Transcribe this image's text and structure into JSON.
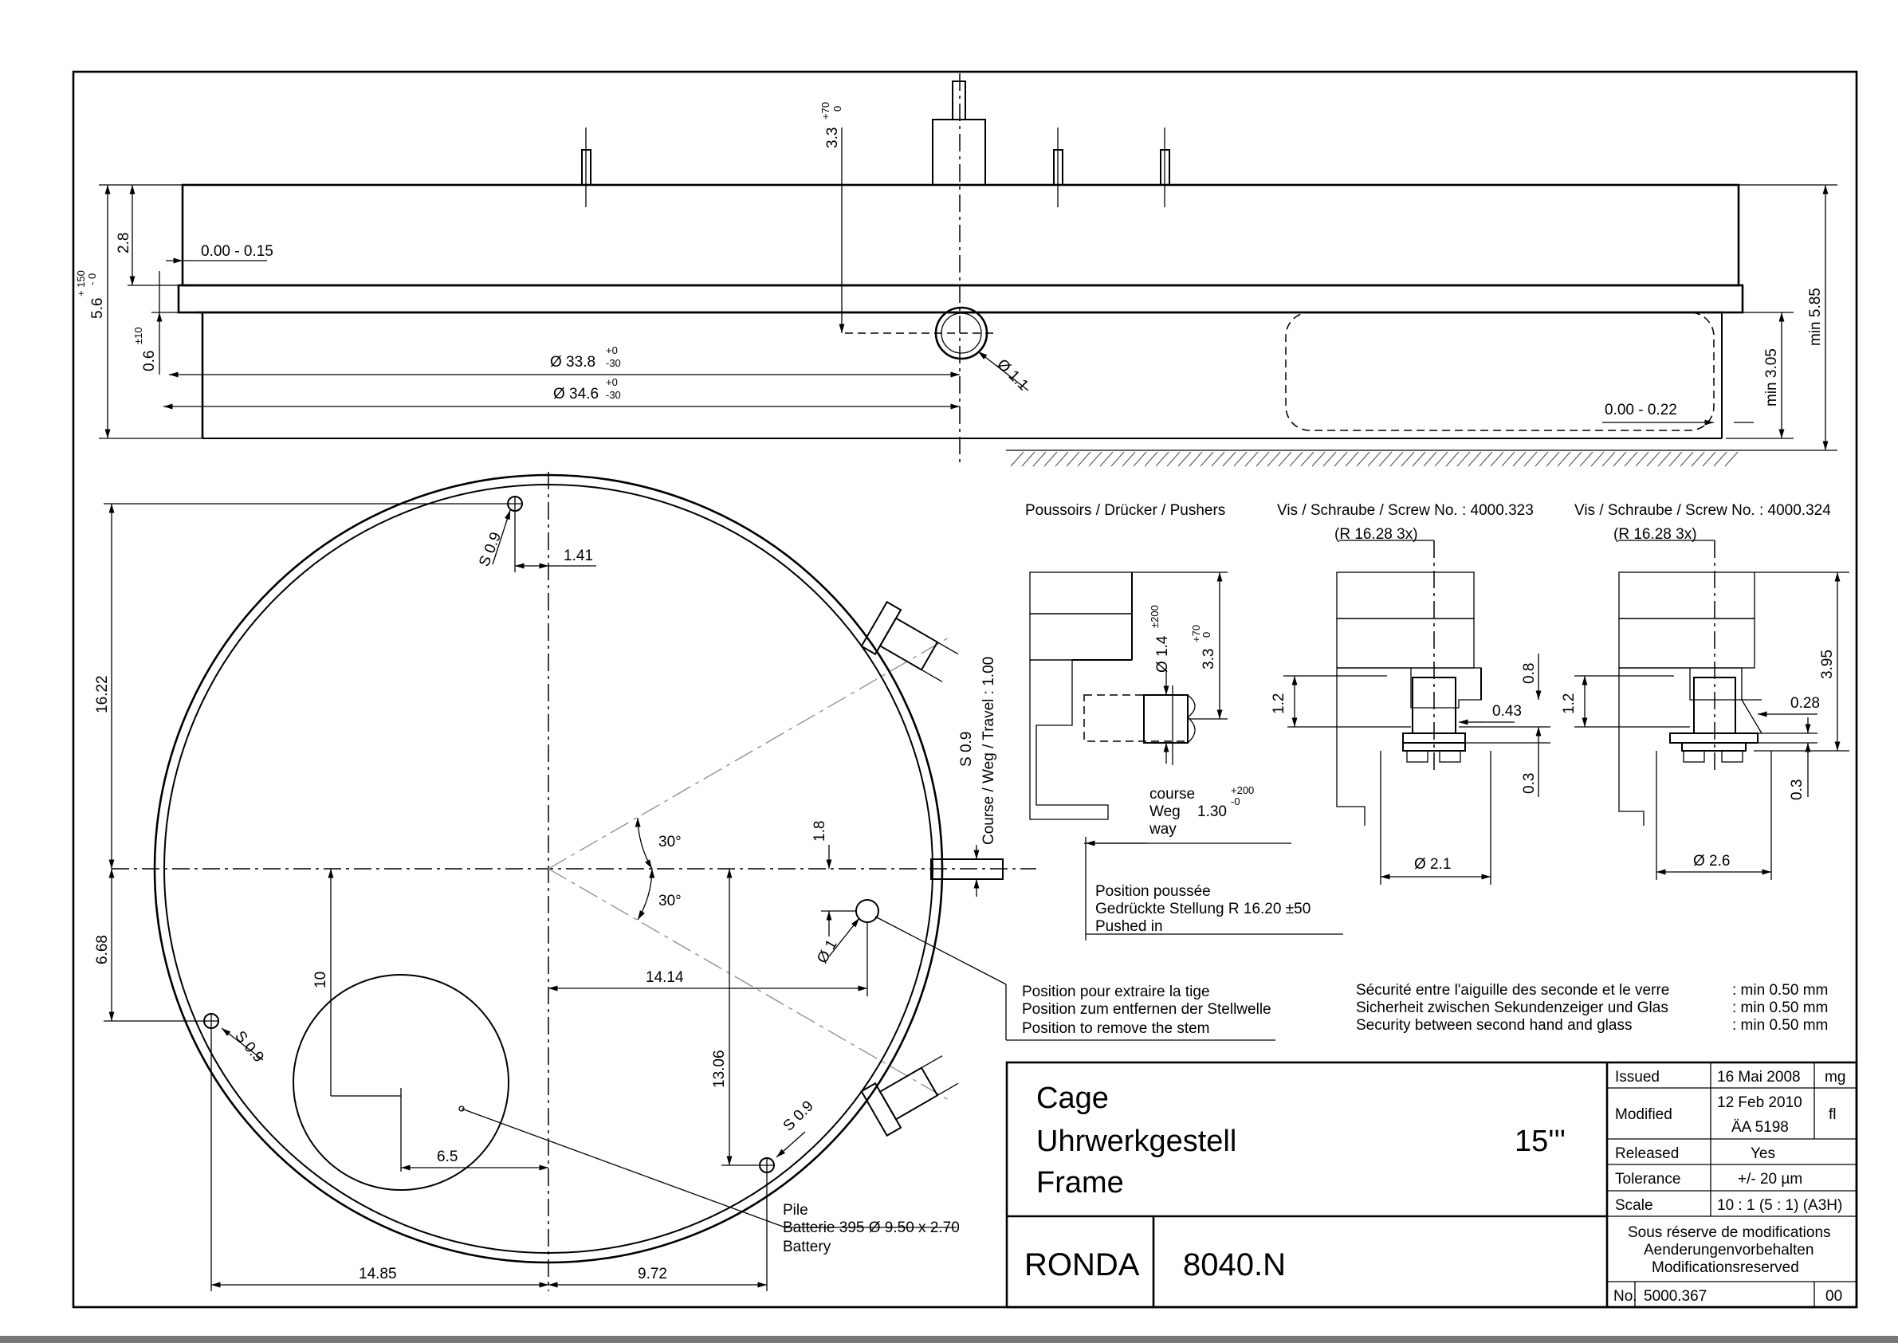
{
  "top_view": {
    "dim_thickness": "2.8",
    "dim_total": "5.6",
    "dim_total_tol_upper": "+ 150",
    "dim_total_tol_lower": "- 0",
    "dim_gap_top": "0.00 - 0.15",
    "dim_06": "0.6",
    "dim_06_tol": "±10",
    "dim_d338": "Ø 33.8",
    "dim_d338_tol_upper": "+0",
    "dim_d338_tol_lower": "-30",
    "dim_d346": "Ø 34.6",
    "dim_d346_tol_upper": "+0",
    "dim_d346_tol_lower": "-30",
    "dim_stem_height": "3.3",
    "dim_stem_tol_upper": "+70",
    "dim_stem_tol_lower": "0",
    "dim_stem_dia": "Ø 1.1",
    "dim_gap_bottom": "0.00 - 0.22",
    "dim_min305": "min 3.05",
    "dim_min585": "min 5.85"
  },
  "plan_view": {
    "dim_1622": "16.22",
    "dim_668": "6.68",
    "dim_141": "1.41",
    "dim_s09_a": "S 0.9",
    "dim_s09_b": "S 0.9",
    "dim_s09_c": "S 0.9",
    "dim_s09_d": "S 0.9",
    "dim_10": "10",
    "dim_65": "6.5",
    "dim_1485": "14.85",
    "dim_972": "9.72",
    "dim_1414": "14.14",
    "dim_1306": "13.06",
    "dim_18": "1.8",
    "dim_d1": "Ø 1",
    "angle_top": "30°",
    "angle_bottom": "30°",
    "travel": "Course / Weg / Travel : 1.00",
    "stem_note": [
      "Position pour extraire la tige",
      "Position zum entfernen der Stellwelle",
      "Position to remove the stem"
    ],
    "battery_note": [
      "Pile",
      "Batterie 395 Ø 9.50 x 2.70",
      "Battery"
    ]
  },
  "pushers": {
    "title": "Poussoirs / Drücker / Pushers",
    "dim_d14": "Ø 1.4",
    "dim_d14_tol": "±200",
    "dim_33": "3.3",
    "dim_33_tol_upper": "+70",
    "dim_33_tol_lower": "0",
    "course_lines": [
      "course",
      "Weg",
      "way"
    ],
    "course_value": "1.30",
    "course_tol_upper": "+200",
    "course_tol_lower": "-0",
    "position": [
      "Position poussée",
      "Gedrückte Stellung R 16.20 ±50",
      "Pushed in"
    ]
  },
  "screw1": {
    "title": "Vis / Schraube / Screw No. : 4000.323",
    "radius": "(R 16.28 3x)",
    "dim_12": "1.2",
    "dim_08": "0.8",
    "dim_043": "0.43",
    "dim_03": "0.3",
    "dim_d21": "Ø 2.1"
  },
  "screw2": {
    "title": "Vis / Schraube / Screw No. : 4000.324",
    "radius": "(R 16.28 3x)",
    "dim_12": "1.2",
    "dim_395": "3.95",
    "dim_028": "0.28",
    "dim_03": "0.3",
    "dim_d26": "Ø 2.6"
  },
  "security": {
    "lines": [
      "Sécurité entre l'aiguille des seconde et le verre",
      "Sicherheit zwischen Sekundenzeiger und Glas",
      "Security between second hand and glass"
    ],
    "values": [
      ": min 0.50 mm",
      ": min 0.50 mm",
      ": min 0.50 mm"
    ]
  },
  "title_block": {
    "names": [
      "Cage",
      "Uhrwerkgestell",
      "Frame"
    ],
    "size": "15'''",
    "brand": "RONDA",
    "caliber": "8040.N",
    "issued_label": "Issued",
    "issued_date": "16 Mai 2008",
    "issued_by": "mg",
    "modified_label": "Modified",
    "modified_date": "12 Feb 2010",
    "modified_ref": "ÄA 5198",
    "modified_by": "fl",
    "released_label": "Released",
    "released_value": "Yes",
    "tolerance_label": "Tolerance",
    "tolerance_value": "+/- 20 µm",
    "scale_label": "Scale",
    "scale_value": "10 : 1 (5 : 1) (A3H)",
    "reserve": [
      "Sous réserve de modifications",
      "Aenderungenvorbehalten",
      "Modificationsreserved"
    ],
    "no_label": "No.",
    "no_value": "5000.367",
    "revision": "00"
  }
}
